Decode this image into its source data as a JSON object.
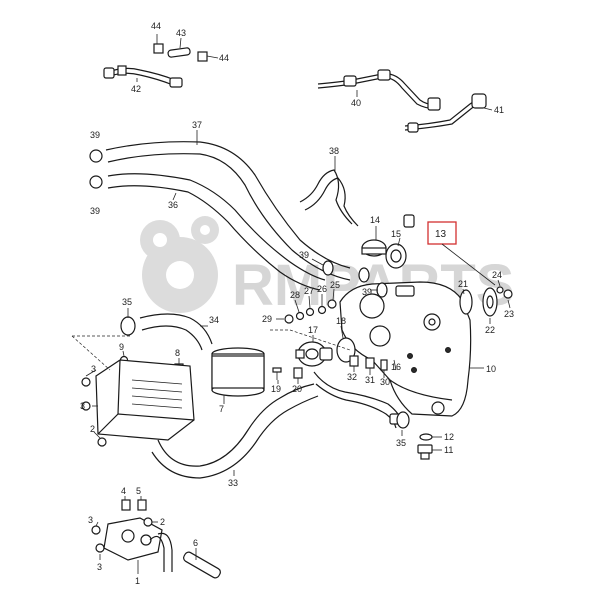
{
  "watermark": {
    "text": "RMPARTS"
  },
  "highlight": {
    "label": "13",
    "color": "#d33030"
  },
  "callouts": {
    "c44a": "44",
    "c43": "43",
    "c44b": "44",
    "c42": "42",
    "c40": "40",
    "c41": "41",
    "c39a": "39",
    "c37": "37",
    "c39b": "39",
    "c36": "36",
    "c38": "38",
    "c14": "14",
    "c15": "15",
    "c39c": "39",
    "c39d": "39",
    "c24": "24",
    "c21": "21",
    "c22": "22",
    "c23": "23",
    "c28": "28",
    "c27": "27",
    "c26": "26",
    "c25": "25",
    "c35a": "35",
    "c34": "34",
    "c29": "29",
    "c17": "17",
    "c18": "18",
    "c9": "9",
    "c8": "8",
    "c10": "10",
    "c3a": "3",
    "c3b": "3",
    "c2a": "2",
    "c7": "7",
    "c19": "19",
    "c20": "20",
    "c32": "32",
    "c31": "31",
    "c30": "30",
    "c16": "16",
    "c12": "12",
    "c11": "11",
    "c35b": "35",
    "c33": "33",
    "c4": "4",
    "c5": "5",
    "c3c": "3",
    "c2b": "2",
    "c3d": "3",
    "c1": "1",
    "c6": "6"
  }
}
